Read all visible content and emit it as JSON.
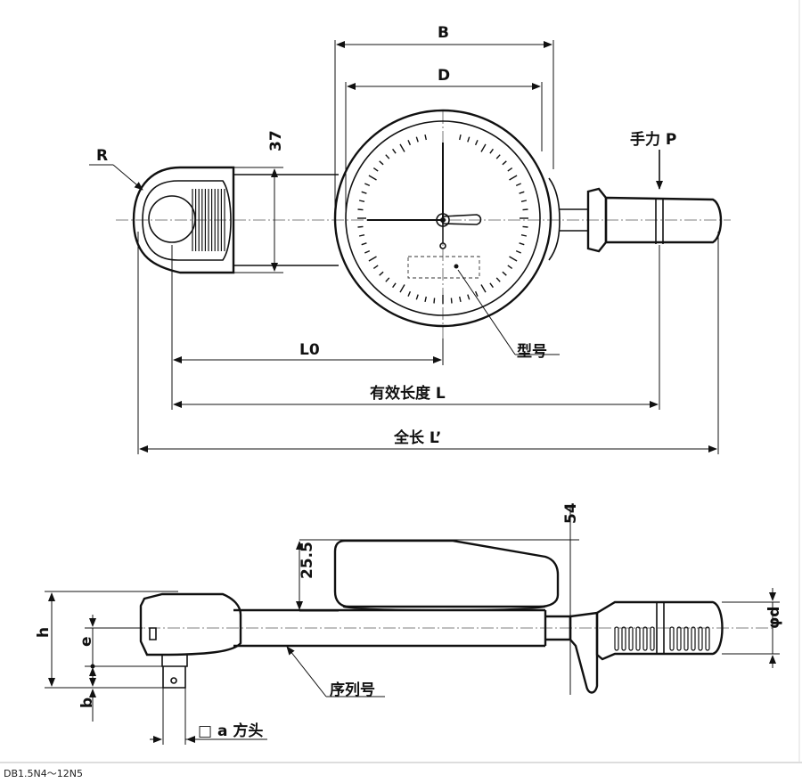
{
  "labels": {
    "B": "B",
    "D": "D",
    "dim_37": "37",
    "R": "R",
    "force": "手力 P",
    "model": "型号",
    "L0": "L0",
    "effective_length": "有效长度 L",
    "total_length": "全长 L’",
    "dim_54": "54",
    "dim_25_5": "25.5",
    "h": "h",
    "e": "e",
    "b": "b",
    "phi_d": "φd",
    "serial": "序列号",
    "square_drive": "□ a  方头"
  },
  "caption": "DB1.5N4～12N5"
}
